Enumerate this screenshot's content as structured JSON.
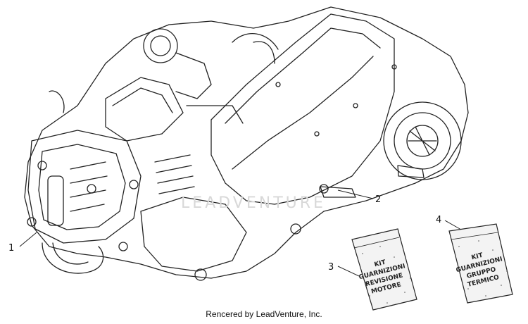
{
  "callouts": [
    {
      "number": "1"
    },
    {
      "number": "2"
    },
    {
      "number": "3"
    },
    {
      "number": "4"
    }
  ],
  "bag_3": {
    "lines": [
      "KIT",
      "GUARNIZIONI",
      "REVISIONE",
      "MOTORE"
    ]
  },
  "bag_4": {
    "lines": [
      "KIT",
      "GUARNIZIONI",
      "GRUPPO",
      "TERMICO"
    ]
  },
  "watermark": {
    "text": "LEADVENTURE"
  },
  "footer": {
    "credit": "Rencered by LeadVenture, Inc."
  }
}
